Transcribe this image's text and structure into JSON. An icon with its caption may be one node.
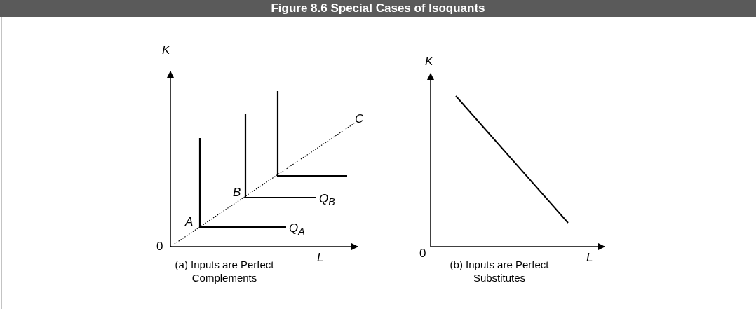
{
  "diagram": {
    "title": "Figure 8.6 Special Cases of Isoquants",
    "labels": [
      "K",
      "C",
      "B",
      "Q$_{B}$",
      "A",
      "Q$_{A}$",
      "0",
      "L",
      "(a) Inputs are Perfect Complements",
      "K",
      "0",
      "L",
      "(b) Inputs are Perfect Substitutes"
    ]
  }
}
